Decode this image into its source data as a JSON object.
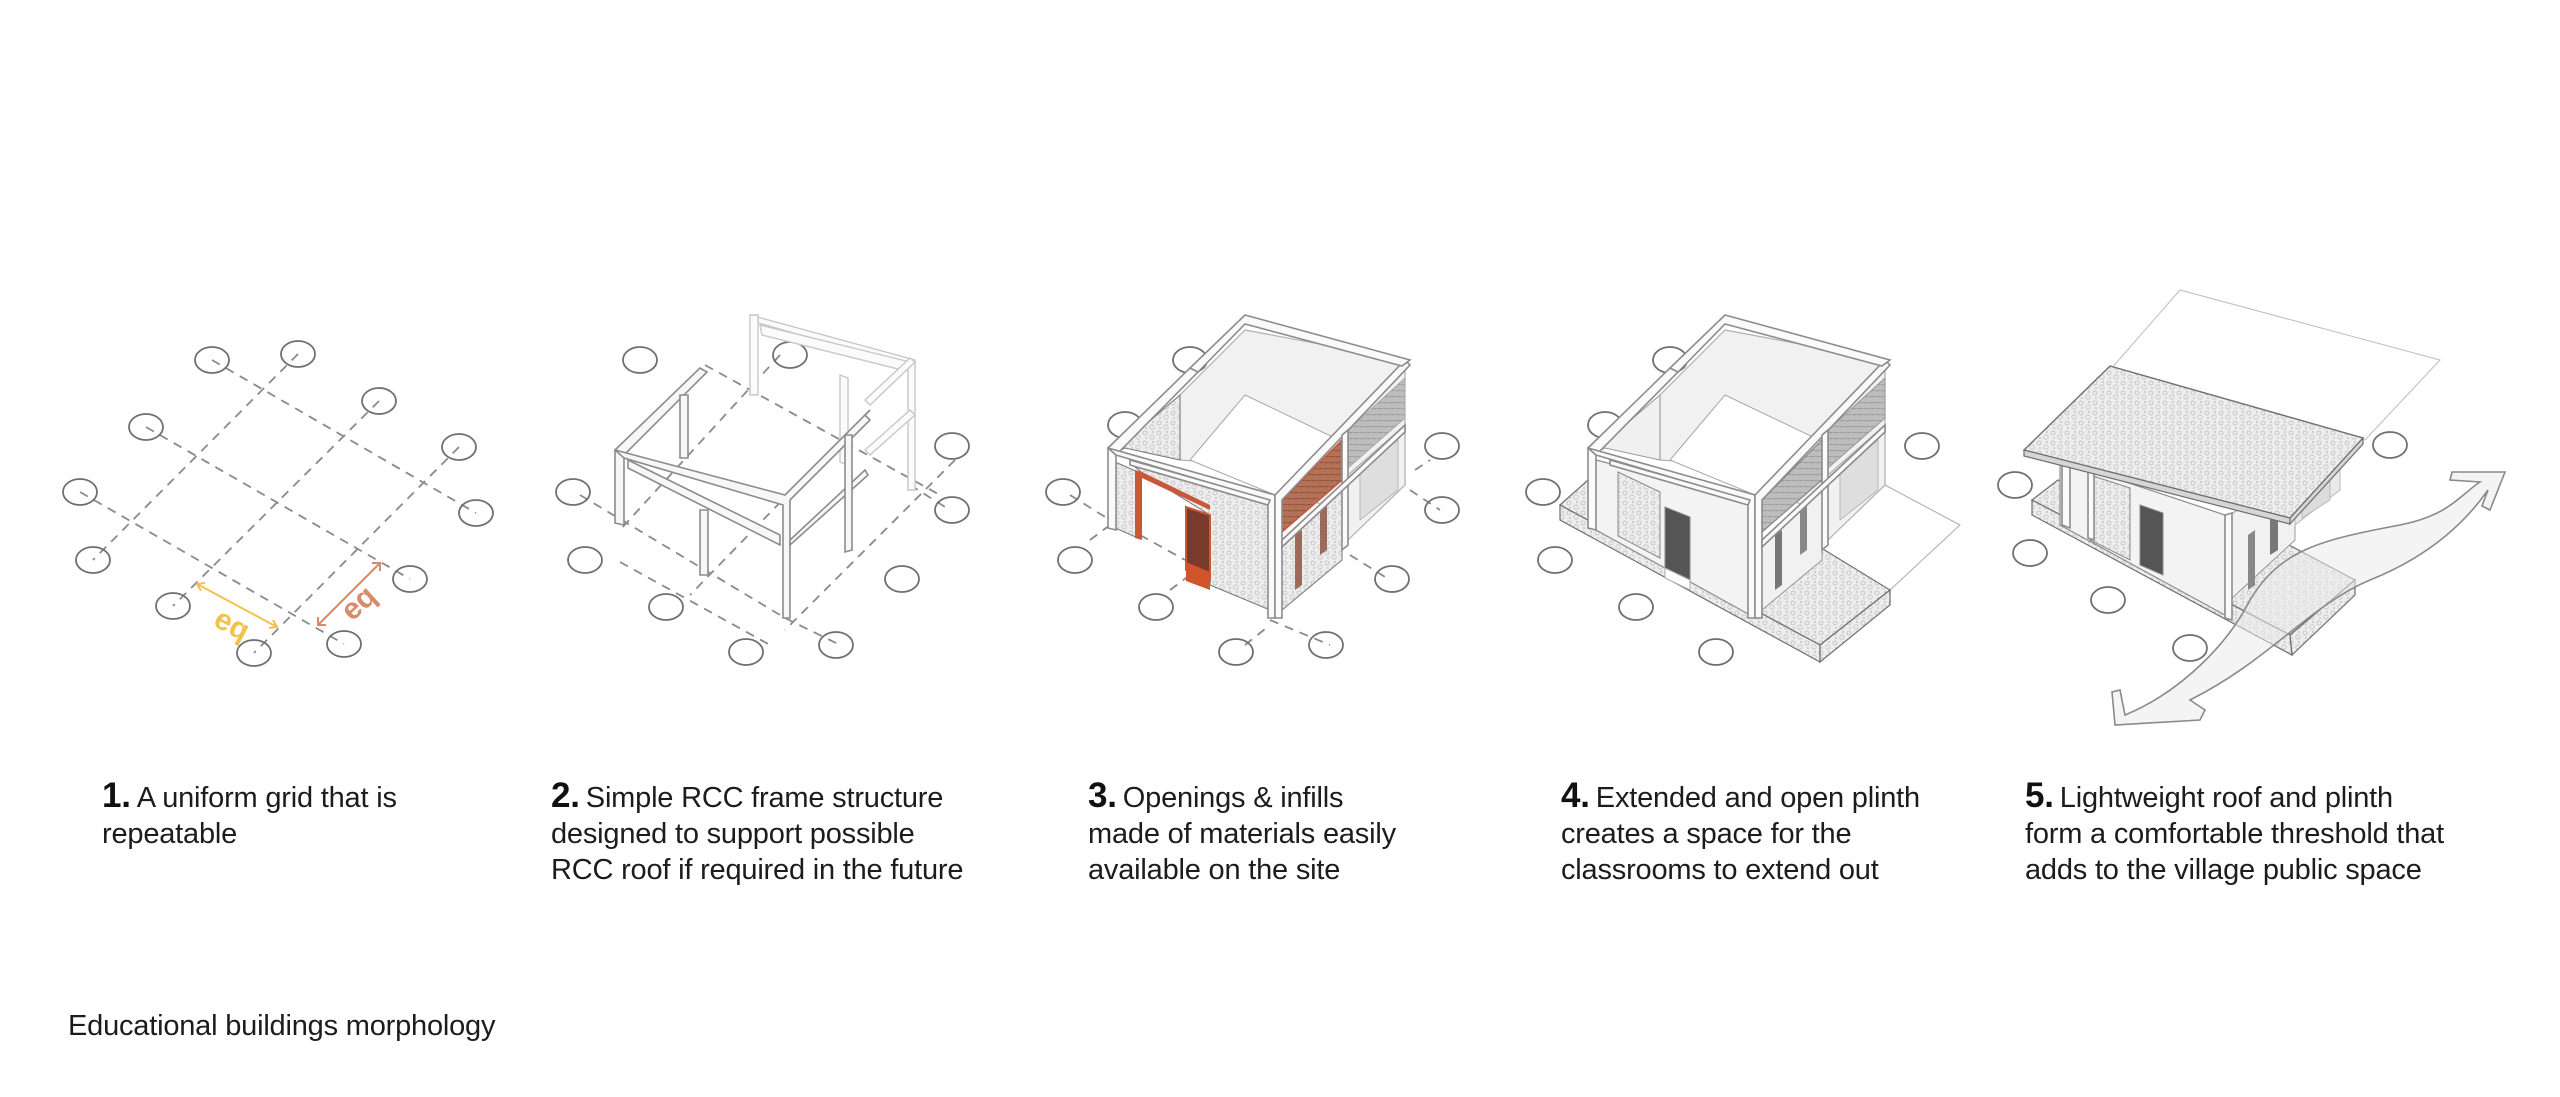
{
  "figure": {
    "title": "Educational buildings morphology",
    "colors": {
      "background": "#ffffff",
      "text": "#1c1c1c",
      "line": "#6f6f6f",
      "eq_yellow": "#f2c14e",
      "eq_terracotta": "#d98a6a",
      "infill_orange": "#d2542b",
      "door_brown": "#7a3b2a",
      "louver_brown": "#a8694e",
      "texture_grey": "#d9d9d9"
    }
  },
  "steps": [
    {
      "number": "1.",
      "text": "A uniform grid that is repeatable",
      "line1": "A uniform grid that is",
      "line2": "repeatable",
      "line3": "",
      "drawing": "column-grid",
      "annotations": [
        "eq",
        "eq"
      ]
    },
    {
      "number": "2.",
      "text": "Simple RCC frame structure designed to support possible RCC roof if required in the future",
      "line1": "Simple RCC frame structure",
      "line2": "designed to support possible",
      "line3": "RCC roof if required in the future",
      "drawing": "rcc-frame"
    },
    {
      "number": "3.",
      "text": "Openings & infills made of materials easily available on the site",
      "line1": "Openings & infills",
      "line2": "made of materials easily",
      "line3": "available on the site",
      "drawing": "openings-infills"
    },
    {
      "number": "4.",
      "text": "Extended and open plinth creates a space for the classrooms to extend out",
      "line1": "Extended and open plinth",
      "line2": "creates a space for the",
      "line3": "classrooms to extend out",
      "drawing": "extended-plinth"
    },
    {
      "number": "5.",
      "text": "Lightweight roof and plinth form a comfortable threshold that adds to the village public space",
      "line1": "Lightweight roof and plinth",
      "line2": "form a comfortable threshold that",
      "line3": "adds to the village public space",
      "drawing": "roof-threshold"
    }
  ]
}
